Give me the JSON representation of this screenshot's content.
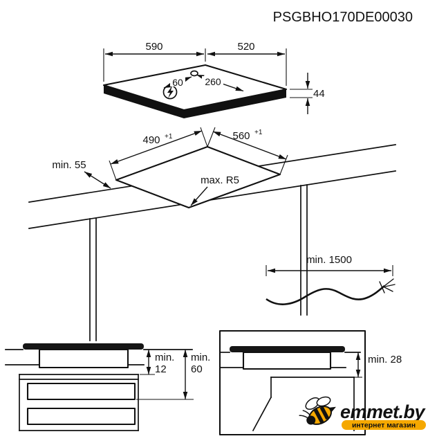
{
  "title": "PSGBHO170DE00030",
  "hob": {
    "width": "590",
    "depth": "520",
    "connection_offset_left": "60",
    "connection_offset_right": "260",
    "height": "44"
  },
  "cutout": {
    "front_clearance": "min. 55",
    "width": "490",
    "width_tolerance": "+1",
    "depth": "560",
    "depth_tolerance": "+1",
    "corner_radius": "max. R5"
  },
  "cable": {
    "length": "min. 1500"
  },
  "clearances": {
    "drawer": {
      "prefix": "min.",
      "value": "12"
    },
    "shelf": {
      "prefix": "min.",
      "value": "60"
    },
    "oven": {
      "label": "min. 28"
    }
  },
  "logo": {
    "brand": "emmet.by",
    "tagline": "интернет магазин",
    "brand_color": "#f5a800"
  }
}
